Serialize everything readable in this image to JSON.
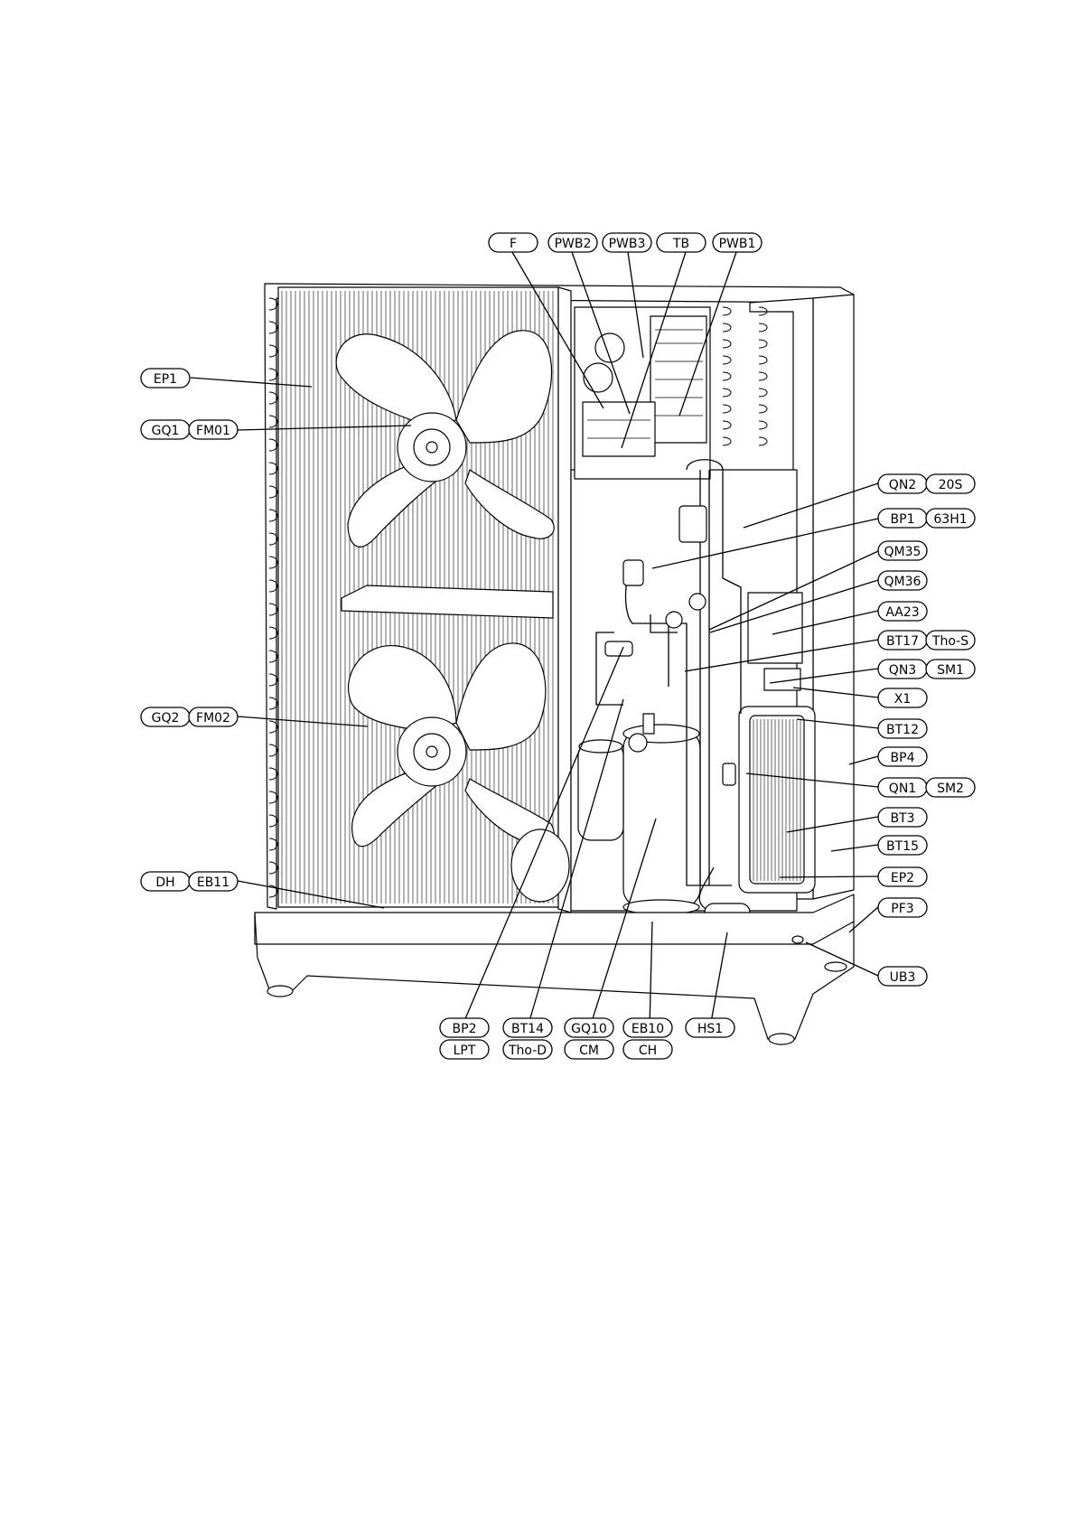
{
  "diagram": {
    "callouts": [
      {
        "id": "F",
        "labels": [
          "F"
        ]
      },
      {
        "id": "PWB2",
        "labels": [
          "PWB2"
        ]
      },
      {
        "id": "PWB3",
        "labels": [
          "PWB3"
        ]
      },
      {
        "id": "TB",
        "labels": [
          "TB"
        ]
      },
      {
        "id": "PWB1",
        "labels": [
          "PWB1"
        ]
      },
      {
        "id": "EP1",
        "labels": [
          "EP1"
        ]
      },
      {
        "id": "GQ1",
        "labels": [
          "GQ1",
          "FM01"
        ]
      },
      {
        "id": "GQ2",
        "labels": [
          "GQ2",
          "FM02"
        ]
      },
      {
        "id": "DH",
        "labels": [
          "DH",
          "EB11"
        ]
      },
      {
        "id": "QN2",
        "labels": [
          "QN2",
          "20S"
        ]
      },
      {
        "id": "BP1",
        "labels": [
          "BP1",
          "63H1"
        ]
      },
      {
        "id": "QM35",
        "labels": [
          "QM35"
        ]
      },
      {
        "id": "QM36",
        "labels": [
          "QM36"
        ]
      },
      {
        "id": "AA23",
        "labels": [
          "AA23"
        ]
      },
      {
        "id": "BT17",
        "labels": [
          "BT17",
          "Tho-S"
        ]
      },
      {
        "id": "QN3",
        "labels": [
          "QN3",
          "SM1"
        ]
      },
      {
        "id": "X1",
        "labels": [
          "X1"
        ]
      },
      {
        "id": "BT12",
        "labels": [
          "BT12"
        ]
      },
      {
        "id": "BP4",
        "labels": [
          "BP4"
        ]
      },
      {
        "id": "QN1",
        "labels": [
          "QN1",
          "SM2"
        ]
      },
      {
        "id": "BT3",
        "labels": [
          "BT3"
        ]
      },
      {
        "id": "BT15",
        "labels": [
          "BT15"
        ]
      },
      {
        "id": "EP2",
        "labels": [
          "EP2"
        ]
      },
      {
        "id": "PF3",
        "labels": [
          "PF3"
        ]
      },
      {
        "id": "UB3",
        "labels": [
          "UB3"
        ]
      },
      {
        "id": "BP2",
        "labels": [
          "BP2",
          "LPT"
        ]
      },
      {
        "id": "BT14",
        "labels": [
          "BT14",
          "Tho-D"
        ]
      },
      {
        "id": "GQ10",
        "labels": [
          "GQ10",
          "CM"
        ]
      },
      {
        "id": "EB10",
        "labels": [
          "EB10",
          "CH"
        ]
      },
      {
        "id": "HS1",
        "labels": [
          "HS1"
        ]
      }
    ]
  }
}
